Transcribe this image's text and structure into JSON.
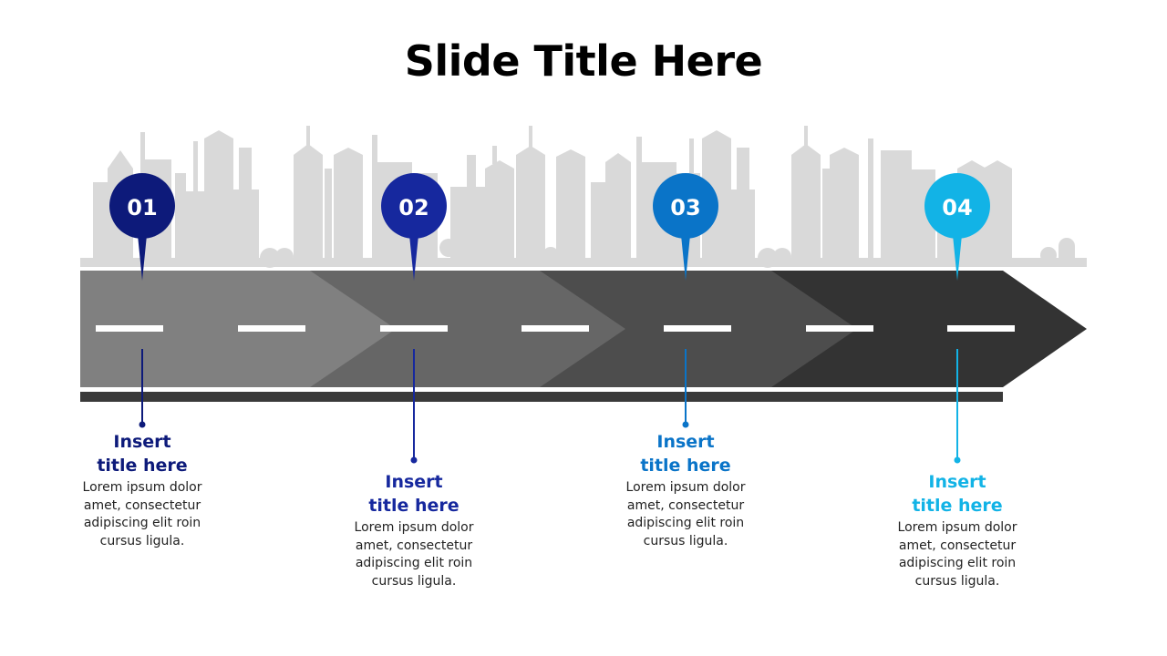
{
  "slide": {
    "title": "Slide Title Here"
  },
  "steps": [
    {
      "number": "01",
      "title_line1": "Insert",
      "title_line2": "title here",
      "body": [
        "Lorem ipsum dolor",
        "amet, consectetur",
        "adipiscing elit roin",
        "cursus ligula."
      ],
      "color": "#0d1a7a"
    },
    {
      "number": "02",
      "title_line1": "Insert",
      "title_line2": "title here",
      "body": [
        "Lorem ipsum dolor",
        "amet, consectetur",
        "adipiscing elit roin",
        "cursus ligula."
      ],
      "color": "#16289e"
    },
    {
      "number": "03",
      "title_line1": "Insert",
      "title_line2": "title here",
      "body": [
        "Lorem ipsum dolor",
        "amet, consectetur",
        "adipiscing elit roin",
        "cursus ligula."
      ],
      "color": "#0a74c8"
    },
    {
      "number": "04",
      "title_line1": "Insert",
      "title_line2": "title here",
      "body": [
        "Lorem ipsum dolor",
        "amet, consectetur",
        "adipiscing elit roin",
        "cursus ligula."
      ],
      "color": "#12b3e6"
    }
  ],
  "colors": {
    "skyline": "#d9d9d9",
    "road_segments": [
      "#808080",
      "#666666",
      "#4d4d4d",
      "#333333"
    ],
    "road_curb": "#3a3a3a",
    "lane_marking": "#ffffff"
  },
  "icons": [
    "map-pin-icon",
    "city-skyline-graphic",
    "road-arrow-graphic"
  ]
}
